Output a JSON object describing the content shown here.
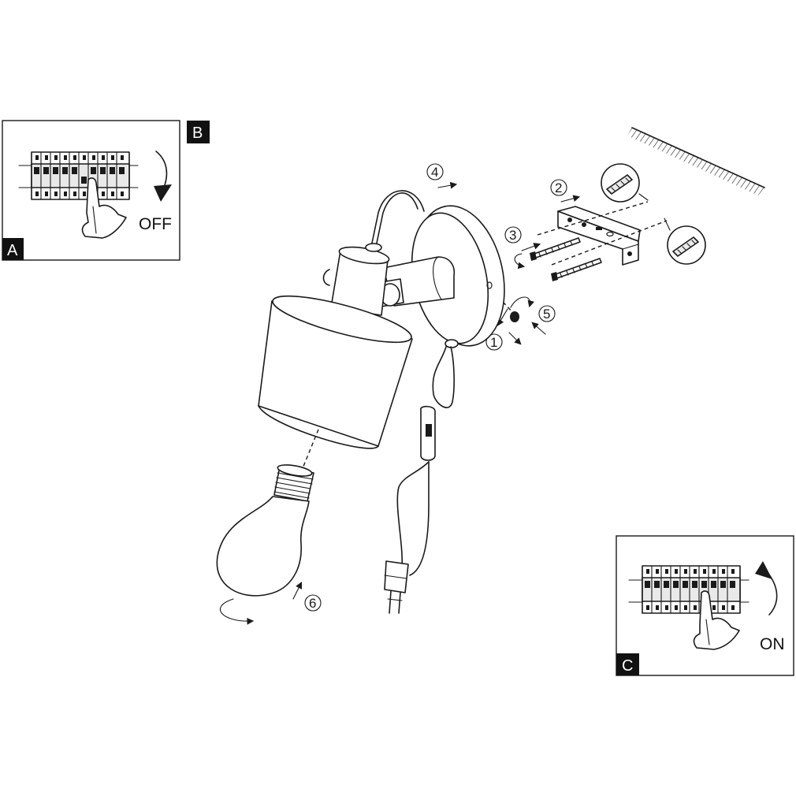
{
  "panels": {
    "a": {
      "letter": "A"
    },
    "b": {
      "letter": "B",
      "state_label": "OFF"
    },
    "c": {
      "letter": "C",
      "state_label": "ON"
    }
  },
  "steps": [
    "1",
    "2",
    "3",
    "4",
    "5",
    "6"
  ],
  "colors": {
    "ink": "#1a1a1a",
    "badge_bg": "#111111",
    "paper": "#ffffff"
  }
}
